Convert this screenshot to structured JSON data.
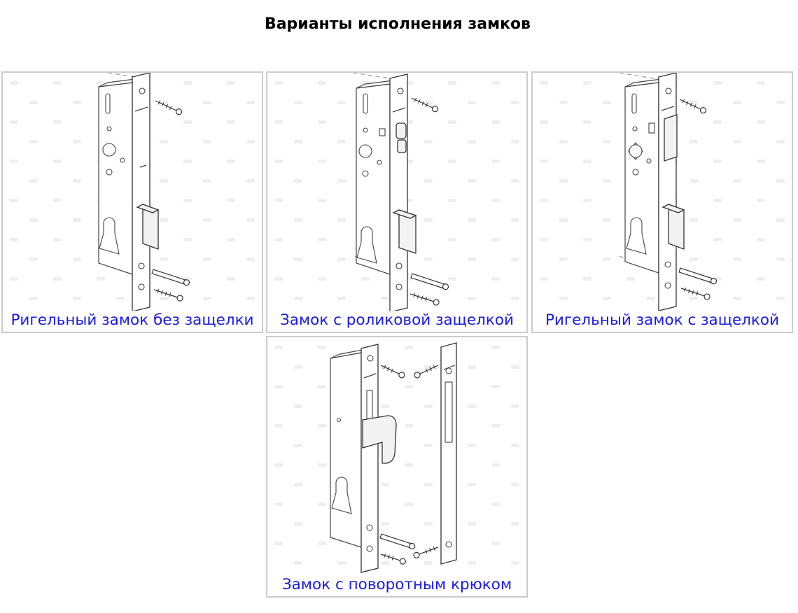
{
  "page": {
    "title": "Варианты исполнения замков"
  },
  "options": [
    {
      "caption": "Ригельный замок без защелки",
      "icon": "deadbolt-lock-illustration"
    },
    {
      "caption": "Замок с роликовой защелкой",
      "icon": "roller-latch-lock-illustration"
    },
    {
      "caption": "Ригельный замок с защелкой",
      "icon": "deadbolt-latch-lock-illustration"
    },
    {
      "caption": "Замок с поворотным крюком",
      "icon": "hook-lock-illustration"
    }
  ],
  "colors": {
    "caption_link": "#1a1ae0",
    "card_border": "#cccccc",
    "title": "#000000"
  }
}
